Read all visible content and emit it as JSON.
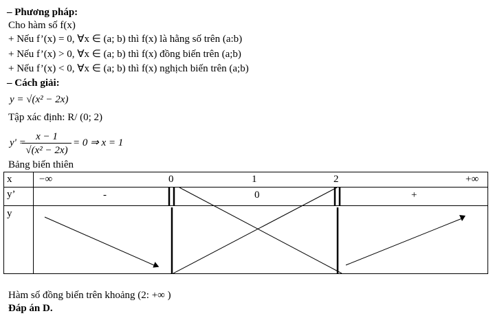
{
  "method_heading": "– Phương pháp:",
  "method_lines": [
    "Cho  hàm số f(x)",
    "+ Nếu f’(x) = 0,  ∀x ∈ (a; b) thì f(x) là hằng số trên (a:b)",
    "+ Nếu f’(x) > 0, ∀x ∈ (a; b)  thì f(x) đồng biến trên (a;b)",
    "+ Nếu f’(x) < 0, ∀x ∈ (a; b)  thì f(x) nghịch biến trên (a;b)"
  ],
  "solution_heading": "– Cách giải:",
  "function_eq": "y = √(x² − 2x)",
  "domain_line": "Tập xác định:  R/ (0; 2)",
  "derivative": {
    "lhs": "y' =",
    "numerator": "x − 1",
    "denominator": "√(x² − 2x)",
    "rhs": "= 0 ⇒ x = 1"
  },
  "table_title": "Bảng biến thiên",
  "table": {
    "row_labels": [
      "x",
      "y’",
      "y"
    ],
    "x_values": [
      "−∞",
      "0",
      "1",
      "2",
      "+∞"
    ],
    "yprime_values": [
      "-",
      "0",
      "+"
    ]
  },
  "conclusion": "Hàm số đồng biến trên khoảng (2:  +∞ )",
  "answer": "Đáp án D."
}
